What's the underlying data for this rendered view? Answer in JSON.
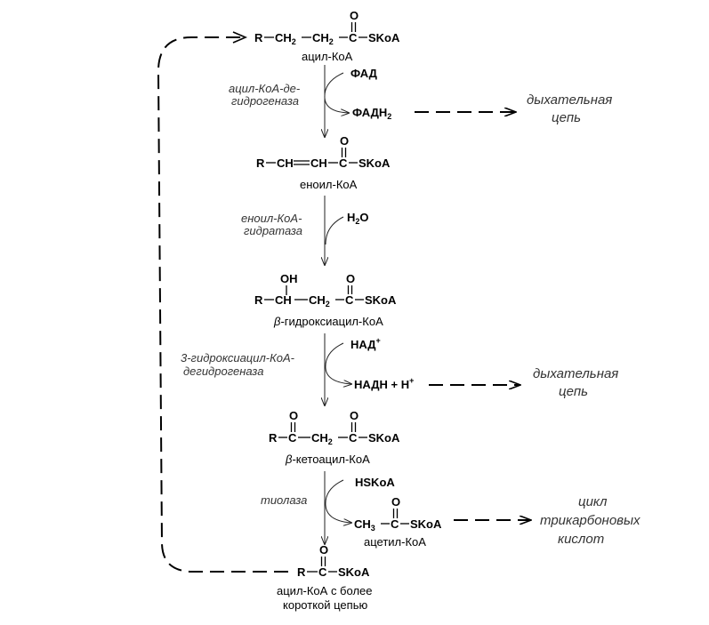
{
  "compounds": {
    "acyl_coa": {
      "r": "R",
      "ch2_1": "CH",
      "ch2_1_sub": "2",
      "ch2_2": "CH",
      "ch2_2_sub": "2",
      "c": "C",
      "o": "O",
      "skoa": "SKoA",
      "name": "ацил-КоА"
    },
    "enoyl_coa": {
      "r": "R",
      "ch1": "CH",
      "ch2": "CH",
      "c": "C",
      "o": "O",
      "skoa": "SKoA",
      "name": "еноил-КоА"
    },
    "hydroxyacyl_coa": {
      "r": "R",
      "oh": "OH",
      "ch": "CH",
      "ch2": "CH",
      "ch2_sub": "2",
      "c": "C",
      "o": "O",
      "skoa": "SKoA",
      "name_greek": "β",
      "name": "-гидроксиацил-КоА"
    },
    "ketoacyl_coa": {
      "r": "R",
      "c1": "C",
      "o1": "O",
      "ch2": "CH",
      "ch2_sub": "2",
      "c2": "C",
      "o2": "O",
      "skoa": "SKoA",
      "name_greek": "β",
      "name": "-кетоацил-КоА"
    },
    "acetyl_coa": {
      "ch3": "CH",
      "ch3_sub": "3",
      "c": "C",
      "o": "O",
      "skoa": "SKoA",
      "name": "ацетил-КоА"
    },
    "short_acyl_coa": {
      "r": "R",
      "c": "C",
      "o": "O",
      "skoa": "SKoA",
      "name_line1": "ацил-КоА с более",
      "name_line2": "короткой цепью"
    }
  },
  "enzymes": {
    "step1": {
      "line1": "ацил-КоА-де-",
      "line2": "гидрогеназа"
    },
    "step2": {
      "line1": "еноил-КоА-",
      "line2": "гидратаза"
    },
    "step3": {
      "line1": "3-гидроксиацил-КоА-",
      "line2": "дегидрогеназа"
    },
    "step4": {
      "line1": "тиолаза"
    }
  },
  "cofactors": {
    "fad": "ФАД",
    "fadh2": "ФАДН",
    "fadh2_sub": "2",
    "water": "H",
    "water_sub": "2",
    "water_o": "O",
    "nad": "НАД",
    "nad_sup": "+",
    "nadh": "НАДН + Н",
    "nadh_sup": "+",
    "hskoa": "HSKoA"
  },
  "destinations": {
    "resp1": {
      "line1": "дыхательная",
      "line2": "цепь"
    },
    "resp2": {
      "line1": "дыхательная",
      "line2": "цепь"
    },
    "tca": {
      "line1": "цикл",
      "line2": "трикарбоновых",
      "line3": "кислот"
    }
  }
}
